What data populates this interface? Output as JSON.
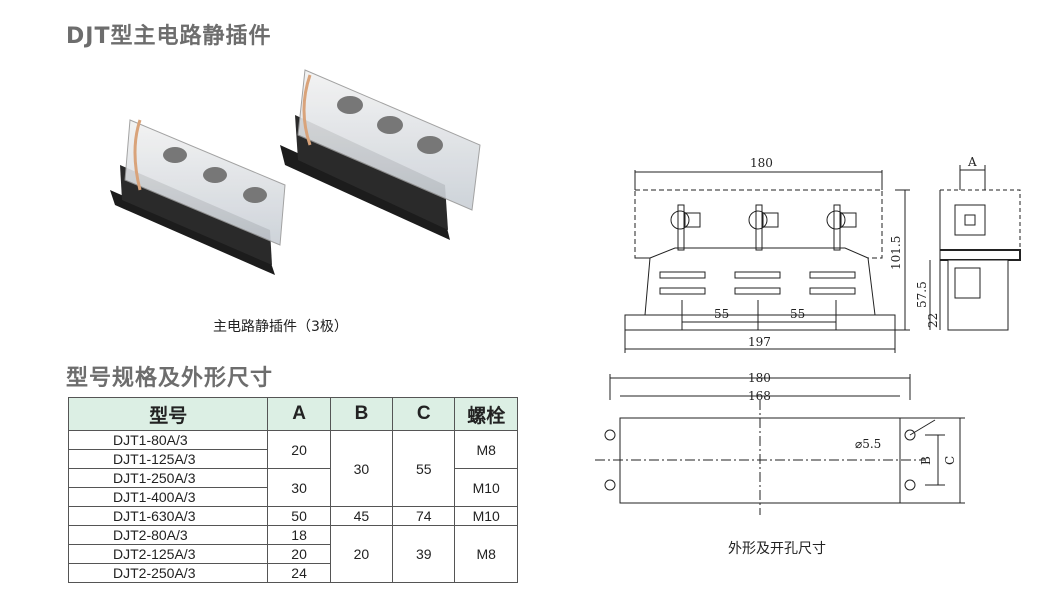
{
  "header": {
    "title": "DJT型主电路静插件",
    "photo_caption": "主电路静插件（3极）",
    "spec_title": "型号规格及外形尺寸",
    "drawing_caption": "外形及开孔尺寸"
  },
  "table": {
    "headers": [
      "型号",
      "A",
      "B",
      "C",
      "螺栓"
    ],
    "models": [
      "DJT1-80A/3",
      "DJT1-125A/3",
      "DJT1-250A/3",
      "DJT1-400A/3",
      "DJT1-630A/3",
      "DJT2-80A/3",
      "DJT2-125A/3",
      "DJT2-250A/3"
    ],
    "a_values": [
      "20",
      "30",
      "50",
      "18",
      "20",
      "24"
    ],
    "b_values": [
      "30",
      "45",
      "20"
    ],
    "c_values": [
      "55",
      "74",
      "39"
    ],
    "bolt_values": [
      "M8",
      "M10",
      "M10",
      "M8"
    ]
  },
  "dimensions": {
    "front_width": "180",
    "front_base_width": "197",
    "front_pitch_1": "55",
    "front_pitch_2": "55",
    "front_height": "101.5",
    "side_a": "A",
    "side_height": "57.5",
    "side_base": "22",
    "plan_width": "180",
    "plan_inner": "168",
    "hole_dia": "⌀5.5",
    "plan_b": "B",
    "plan_c": "C"
  },
  "colors": {
    "header_bg": "#dcefe4",
    "title_gray": "#6d6d6d"
  }
}
